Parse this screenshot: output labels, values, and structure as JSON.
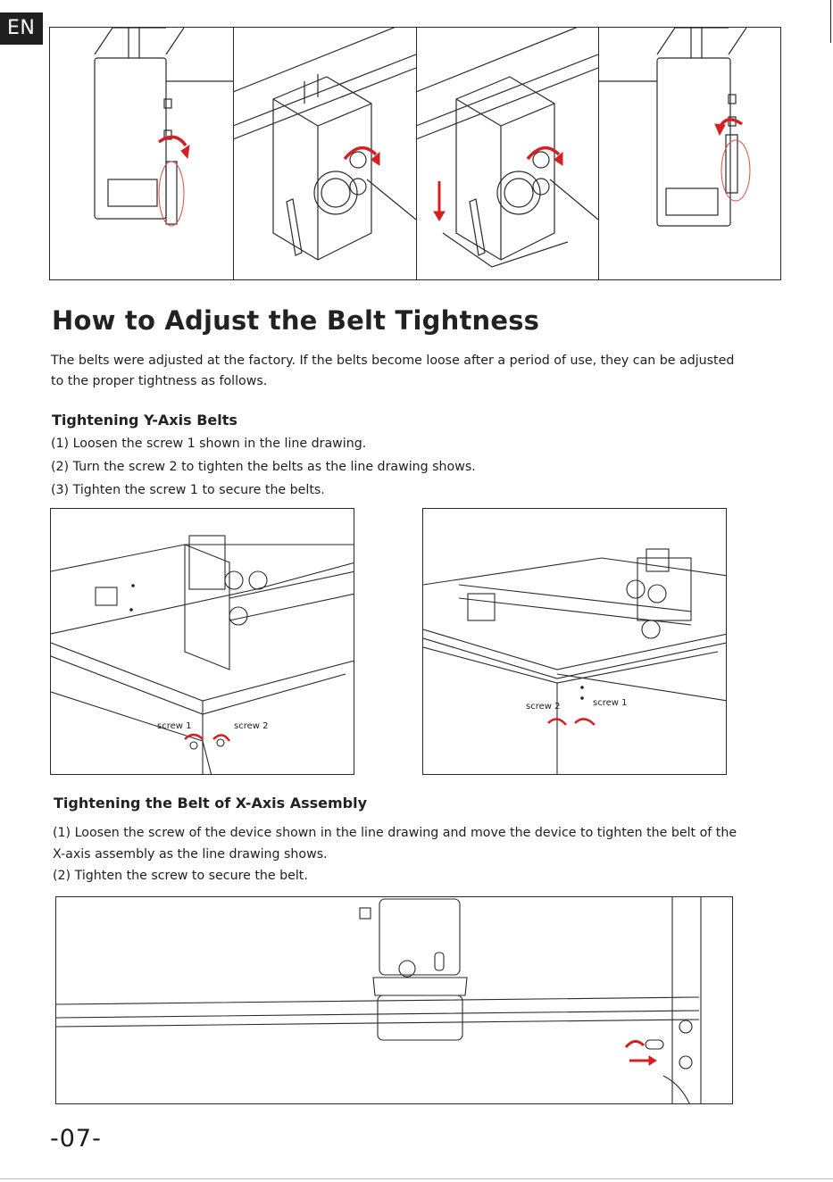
{
  "header": {
    "lang": "EN"
  },
  "title": "How to Adjust the Belt Tightness",
  "intro": [
    "The belts were adjusted at the factory. If the belts become loose after a period of use, they can be adjusted",
    "to the proper tightness as follows."
  ],
  "y_axis": {
    "heading": "Tightening Y-Axis Belts",
    "steps": [
      "(1) Loosen the screw 1 shown in the line drawing.",
      "(2) Turn the screw 2 to tighten the belts as the line drawing shows.",
      "(3) Tighten the screw 1 to secure the belts."
    ],
    "left_labels": {
      "screw1": "screw 1",
      "screw2": "screw 2"
    },
    "right_labels": {
      "screw2": "screw 2",
      "screw1": "screw 1"
    }
  },
  "x_axis": {
    "heading": "Tightening the Belt of X-Axis Assembly",
    "steps": [
      "(1) Loosen the screw of the device shown in the line drawing and move the device to tighten the belt of the",
      "X-axis assembly as the line drawing shows.",
      "(2) Tighten the screw to secure the belt."
    ]
  },
  "footer": {
    "page_number": "-07-"
  },
  "colors": {
    "arrow": "#d42020",
    "highlight_ring": "#e04848",
    "line": "#2a2a2a"
  }
}
